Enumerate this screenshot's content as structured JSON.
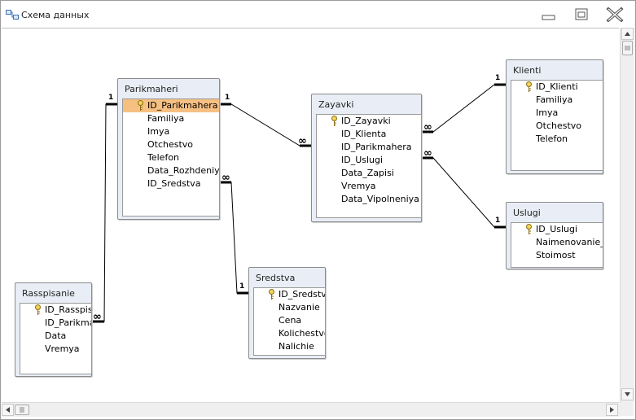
{
  "window": {
    "title": "Схема данных"
  },
  "tables": {
    "parikmaheri": {
      "title": "Parikmaheri",
      "fields": [
        {
          "name": "ID_Parikmahera",
          "key": true,
          "selected": true
        },
        {
          "name": "Familiya"
        },
        {
          "name": "Imya"
        },
        {
          "name": "Otchestvo"
        },
        {
          "name": "Telefon"
        },
        {
          "name": "Data_Rozhdeniya"
        },
        {
          "name": "ID_Sredstva"
        }
      ]
    },
    "zayavki": {
      "title": "Zayavki",
      "fields": [
        {
          "name": "ID_Zayavki",
          "key": true
        },
        {
          "name": "ID_Klienta"
        },
        {
          "name": "ID_Parikmahera"
        },
        {
          "name": "ID_Uslugi"
        },
        {
          "name": "Data_Zapisi"
        },
        {
          "name": "Vremya"
        },
        {
          "name": "Data_Vipolneniya"
        }
      ]
    },
    "klienti": {
      "title": "Klienti",
      "fields": [
        {
          "name": "ID_Klienti",
          "key": true
        },
        {
          "name": "Familiya"
        },
        {
          "name": "Imya"
        },
        {
          "name": "Otchestvo"
        },
        {
          "name": "Telefon"
        }
      ]
    },
    "uslugi": {
      "title": "Uslugi",
      "fields": [
        {
          "name": "ID_Uslugi",
          "key": true
        },
        {
          "name": "Naimenovanie_u"
        },
        {
          "name": "Stoimost"
        }
      ]
    },
    "sredstva": {
      "title": "Sredstva",
      "fields": [
        {
          "name": "ID_Sredstva",
          "key": true
        },
        {
          "name": "Nazvanie"
        },
        {
          "name": "Cena"
        },
        {
          "name": "Kolichestvo"
        },
        {
          "name": "Nalichie"
        }
      ]
    },
    "rasspisanie": {
      "title": "Rasspisanie",
      "fields": [
        {
          "name": "ID_Rasspisa",
          "key": true
        },
        {
          "name": "ID_Parikma"
        },
        {
          "name": "Data"
        },
        {
          "name": "Vremya"
        }
      ]
    }
  },
  "relationships": {
    "one_label": "1",
    "many_label": "∞"
  },
  "colors": {
    "selected_field": "#f7c083",
    "table_frame": "#e9eef6",
    "line": "#000000"
  },
  "icons": {
    "app": "relationships-icon",
    "key": "primary-key-icon",
    "minimize": "minimize-icon",
    "maximize": "maximize-icon",
    "close": "close-icon"
  }
}
